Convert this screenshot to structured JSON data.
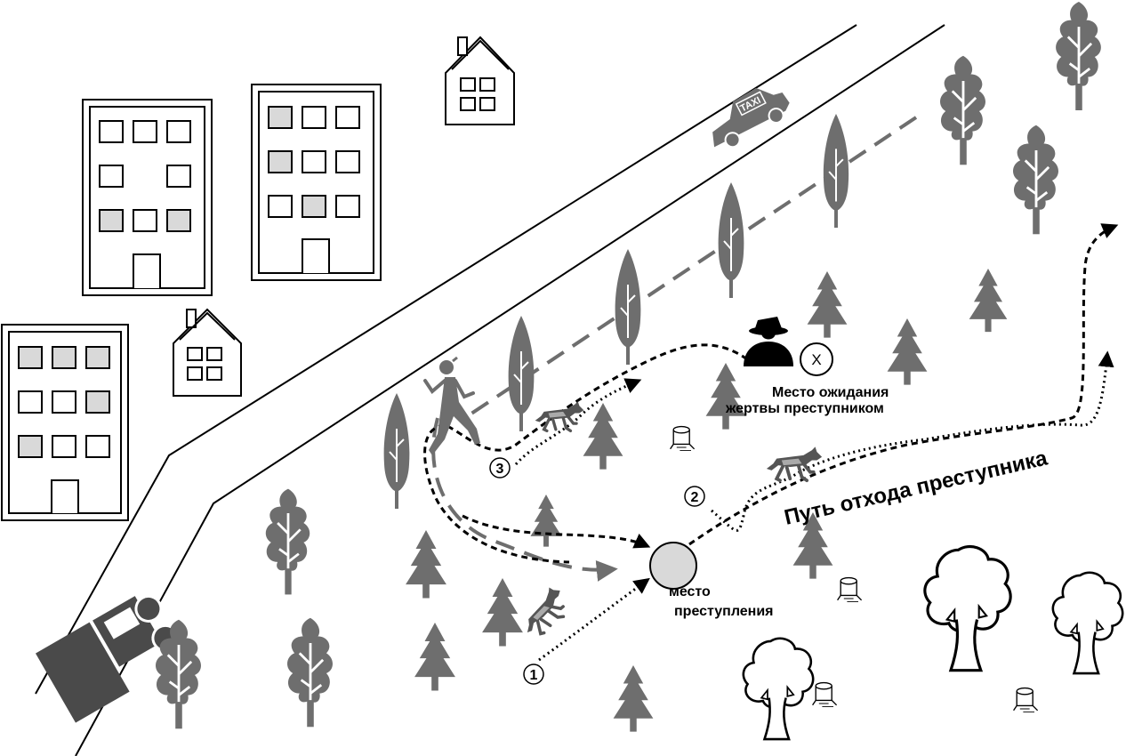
{
  "labels": {
    "ambush": "Место ожидания жертвы преступником",
    "ambush_line1": "Место ожидания",
    "ambush_line2": "жертвы преступником",
    "crime_scene_line1": "место",
    "crime_scene_line2": "преступления",
    "escape_route": "Путь отхода преступника",
    "taxi_sign": "TAXI",
    "ambush_mark": "X"
  },
  "markers": [
    "1",
    "2",
    "3"
  ],
  "colors": {
    "tree_gray": "#6e6e6e",
    "light_gray": "#d9d9d9",
    "dark": "#4a4a4a",
    "black": "#000000"
  },
  "icons": [
    "house-icon",
    "apartment-building-icon",
    "taxi-icon",
    "truck-icon",
    "runner-icon",
    "criminal-icon",
    "dog-icon",
    "tree-stump-icon",
    "fir-tree-icon",
    "poplar-tree-icon",
    "deciduous-tree-icon",
    "oak-tree-outline-icon"
  ]
}
